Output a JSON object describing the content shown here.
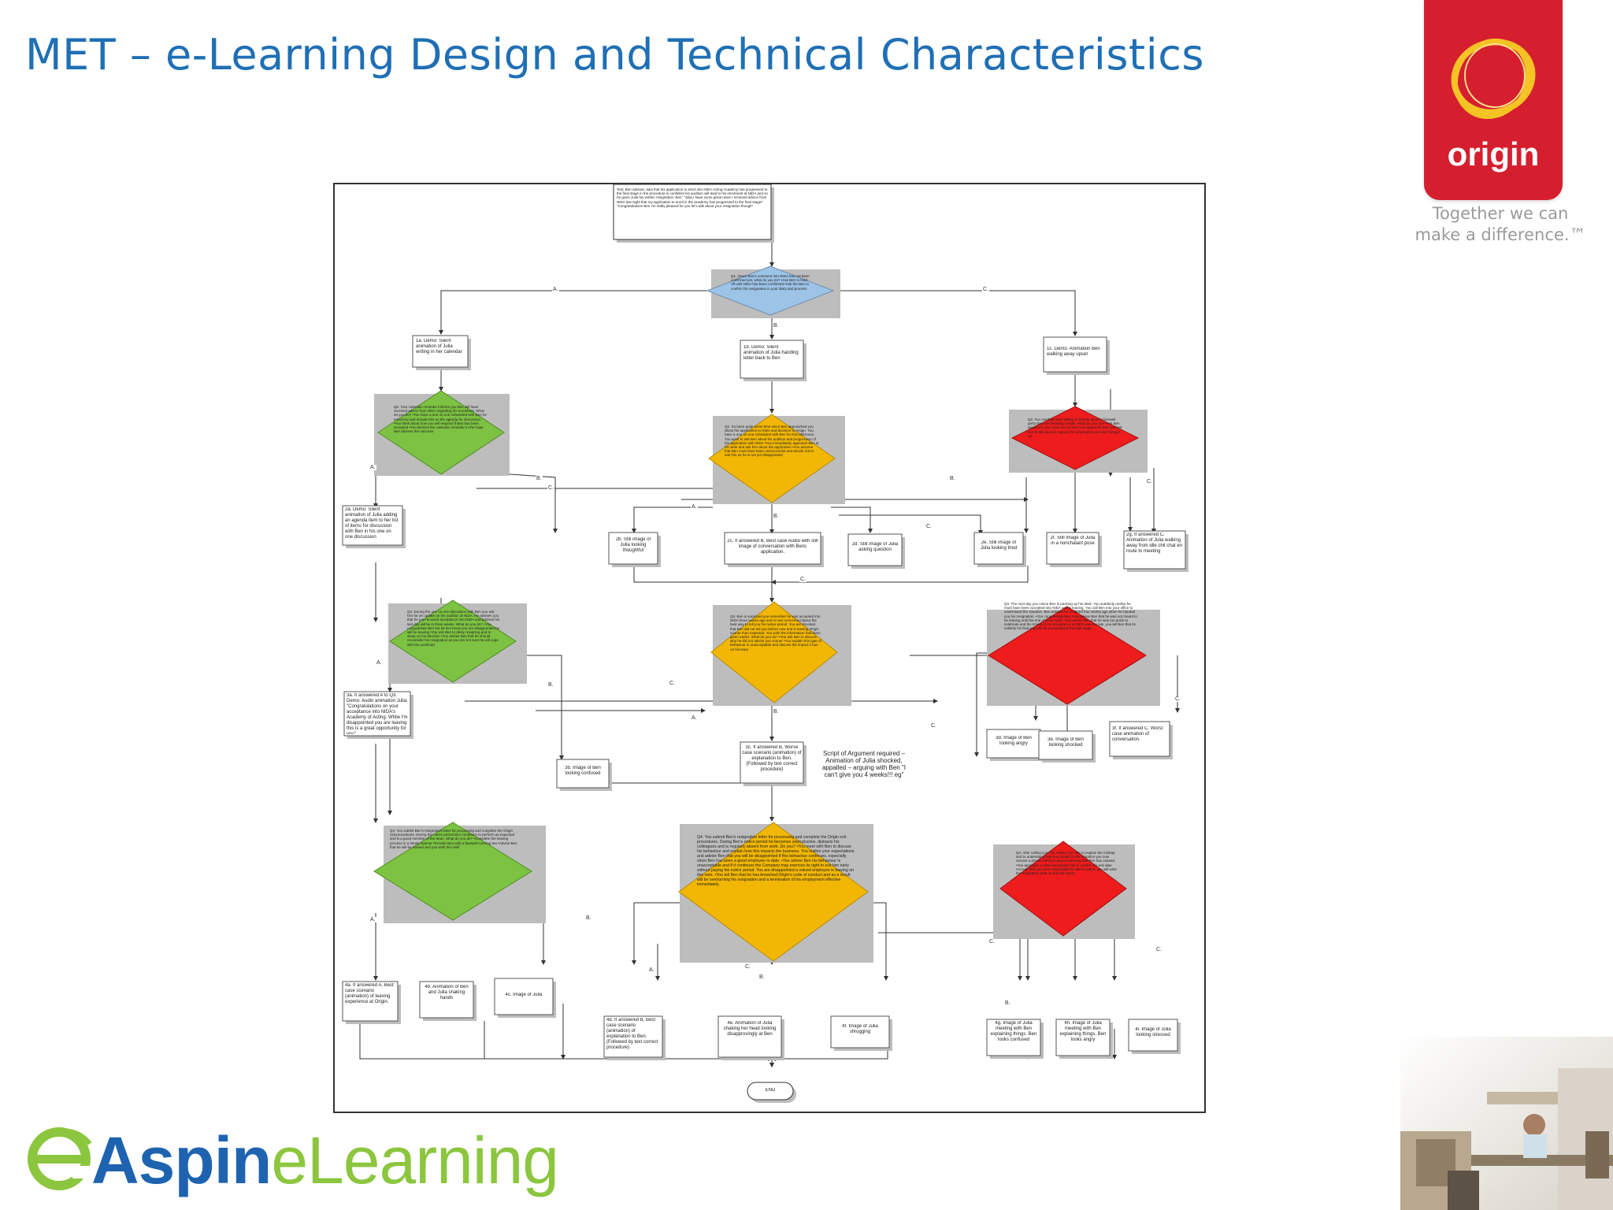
{
  "slide": {
    "title": "MET – e-Learning Design and Technical Characteristics"
  },
  "brand_top": {
    "logo_word": "origin",
    "tagline_line1": "Together we can",
    "tagline_line2": "make a difference.™",
    "badge_color": "#d51f2f",
    "ring_color": "#f6c324"
  },
  "brand_bottom": {
    "aspin": "Aspin",
    "elearning": "eLearning",
    "aspin_color": "#1e63b0",
    "e_color": "#8cc63f"
  },
  "colors": {
    "title": "#1f6fb5",
    "decision_blue": "#9dc3e6",
    "decision_green": "#7dc242",
    "decision_orange": "#f2b705",
    "decision_red": "#ee1c1c",
    "box_shadow": "#bdbdbd"
  },
  "diagram": {
    "nodes": {
      "intro": "Text: Ben advises Julia that his application to enrol into NIDA Acting Academy has progressed to the final stage in the procedure is confident his audition will lead to his enrolment at NIDA and so he gives Julia his written resignation. Ben: \"Julia I have some great news I received advice from NIDA last night that my application to enrol in the academy has progressed to the final stage!\" \"Congratulations Ben I'm really pleased for you let's talk about your resignation though\"",
      "q1": "Q1. Given Ben's comment into NIDA has not been confirmed yet, what do you do? •Ask Ben to hold off until NIDA has been confirmed •Ask the Ben to confirm his resignation in your diary and process",
      "n1a": "1a. Demo: Silent animation of Julia writing in her calendar",
      "n1b": "1b. Demo: Silent animation of Julia handing letter back to Ben",
      "n1c": "1c. Demo: Animation Ben walking away upset",
      "q2_green": "Q2. Your calendar reminder informs you Ben will have received advice from NIDA regarding his enrolment. What do you do? •You have a one on one scheduled with Ben for tomorrow and include this on the agenda for discussion •You think about how you will respond if Ben has been accepted •You dismiss the calendar reminder in the hope Ben advises the outcome",
      "q2_orange": "Q2. It's been quite some time since Ben approached you about his application to NIDA and decision to resign. You have a one on one scheduled with Ben for that afternoon. You want to ask Ben about his audition and progression of his application with NIDA •You immediately approach Ben at his desk and ask him about the application •You assume that Ben must have been unsuccessful and decide not to ask him as he is not yet disappointed",
      "q2_red": "Q2. You overhear Ben talking to friends about a farewell party they are throwing tonight. What do you do? •Ask Ben about it in your next one on one •You approach Ben and ask him to talk about it •Ignore the information and don't bring it up",
      "n2a": "2a. Demo: Silent animation of Julia adding an agenda item to her list of items for discussion with Ben in his one on one discussion",
      "n2b": "2b. Still image of Julia looking thoughtful",
      "n2c": "2c. If answered B, Best case Audio with still image of conversation with Bens application.",
      "n2d": "2d. Still image of Julia asking question",
      "n2e": "2e. Still image of Julia looking tired",
      "n2f": "2f. Still image of Julia in a nonchalant pose",
      "n2g": "2g. If answered C. Animation of Julia walking away from idle chit chat en route to meeting",
      "q3_green": "Q3. During the one on one discussion with Ben you ask him for an update on the audition at NIDA. He advises you that he just received acceptance into NIDA and advises his last day will be in three weeks. What do you do? •You congratulate Ben but let him know you are disappointed he will be leaving •You ask Ben to delay resigning and to sleep on his decision •You advise Ben that he should reconsider his resignation as you are not sure he will cope with the workload",
      "q3_orange": "Q3. Ben is surprised you remember he was accepted into NIDA three weeks ago and is now concerned about the best way to tell you his notice period. You are shocked that Ben did not tell you before now and is leaving Origin sooner than expected. You wish the information had been given earlier. What do you do? •You ask Ben to discuss why he did not advise you sooner •You explain this type of behaviour is unacceptable and discuss the impact it has on his team",
      "q3_red": "Q3. The next day you notice Ben is packing up his desk. You suddenly realise he must have been accepted into NIDA and is leaving. You call Ben into your office to understand the situation. Ben advises he resigned four weeks ago when he handed you his resignation. •You congratulate Ben •You advise Ben that he was not meant to be leaving until the end of next month •You advise Ben that he was too quick to celebrate and the timing of his acceptance to NIDA was too late, you tell Ben that its unlikely his final pay can be processed at this late stage",
      "n3a": "3a. If answered A to Q3. Demo: Audio animation Julia: \"Congratulations on your acceptance into NIDA's Academy of Acting. While I'm disappointed you are leaving this is a great opportunity for you\"",
      "n3b": "3b. Image of Ben looking confused",
      "n3c": "3c. If answered B, Worse case scenario (animation) of explanation to Ben. (Followed by text correct procedure)",
      "n3d": "3d. Image of Ben looking angry",
      "n3e": "3e. Image of Ben looking shocked",
      "n3f": "3f. If answered C. Worst case animation of conversation.",
      "script_note": "Script of Argument required – Animation of Julia shocked, appalled – arguing with Ben \"I can't give you 4 weeks!!! eg\"",
      "q4_green": "Q4. You submit Ben's resignation letter for processing and complete the Origin exit procedures. During the notice period Ben continues to perform as expected and is a good member of the team. What do you do? •Complete the leaving process in a timely manner •Provide Ben with a farewell morning tea •Advise Ben that he will be missed and you wish him well",
      "q4_orange": "Q4. You submit Ben's resignation letter for processing and complete the Origin exit procedures. During Ben's notice period he becomes unproductive, distracts his colleagues and is regularly absent from work. Do you? •You meet with Ben to discuss his behaviour and explain how this impacts the business. You outline your expectations and advise Ben that you will be disappointed if this behaviour continues, especially since Ben has been a good employee to date. •You advise Ben his behaviour is unacceptable and if it continues the Company may exercise its right to exit him early without paying his notice period. You are disappointed a valued employee is leaving on this note. •You tell Ben that he has breached Origin's code of conduct and as a result will be overturning his resignation and a termination of his employment effective immediately.",
      "q4_red": "Q4. After calling your HR Advisor for help to explain the mishap and to understand how you should fix the situation you now receive a phone call from payroll advising that Ben has ceased. •You apologise to Ben and advise him to confirm his exit date •Accept that you were responsible for Ben's notice, you will write the resignation date on the exit report",
      "n4a": "4a. If answered A, Best case scenario (animation) of leaving experience at Origin.",
      "n4b": "4b. Animation of Ben and Julia shaking hands",
      "n4c": "4c. Image of Julia",
      "n4d": "4d. If answered B, Best case scenario (animation) of explanation to Ben. (Followed by text correct procedure)",
      "n4e": "4e. Animation of Julia shaking her head looking disapprovingly at Ben",
      "n4f": "4f. Image of Julia shrugging",
      "n4g": "4g. Image of Julia meeting with Ben explaining things. Ben looks confused",
      "n4h": "4h. Image of Julia meeting with Ben explaining things. Ben looks angry",
      "n4i": "4i. Image of Julia looking stressed",
      "end": "END"
    },
    "edge_labels": {
      "a": "A.",
      "b": "B.",
      "c": "C."
    }
  }
}
